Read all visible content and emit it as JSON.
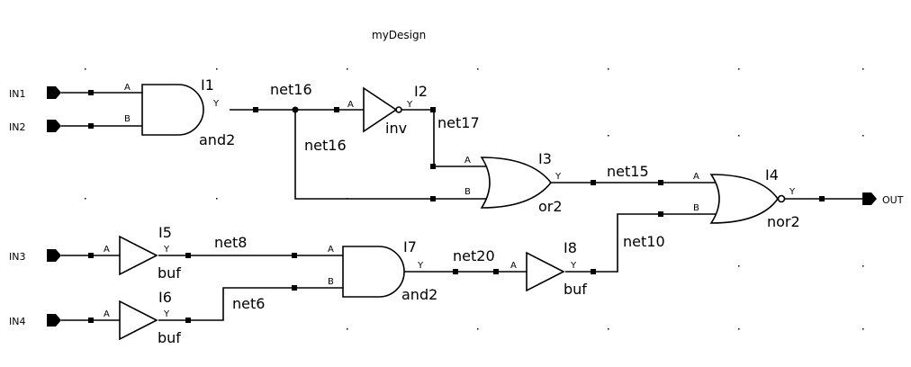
{
  "title": "myDesign",
  "ports": {
    "in1": "IN1",
    "in2": "IN2",
    "in3": "IN3",
    "in4": "IN4",
    "out": "OUT"
  },
  "gates": {
    "i1": {
      "instance": "I1",
      "type": "and2",
      "pin_a": "A",
      "pin_b": "B",
      "pin_y": "Y"
    },
    "i2": {
      "instance": "I2",
      "type": "inv",
      "pin_a": "A",
      "pin_y": "Y"
    },
    "i3": {
      "instance": "I3",
      "type": "or2",
      "pin_a": "A",
      "pin_b": "B",
      "pin_y": "Y"
    },
    "i4": {
      "instance": "I4",
      "type": "nor2",
      "pin_a": "A",
      "pin_b": "B",
      "pin_y": "Y"
    },
    "i5": {
      "instance": "I5",
      "type": "buf",
      "pin_a": "A",
      "pin_y": "Y"
    },
    "i6": {
      "instance": "I6",
      "type": "buf",
      "pin_a": "A",
      "pin_y": "Y"
    },
    "i7": {
      "instance": "I7",
      "type": "and2",
      "pin_a": "A",
      "pin_b": "B",
      "pin_y": "Y"
    },
    "i8": {
      "instance": "I8",
      "type": "buf",
      "pin_a": "A",
      "pin_y": "Y"
    }
  },
  "nets": {
    "net16_top": "net16",
    "net16_branch": "net16",
    "net17": "net17",
    "net15": "net15",
    "net8": "net8",
    "net6": "net6",
    "net20": "net20",
    "net10": "net10"
  }
}
